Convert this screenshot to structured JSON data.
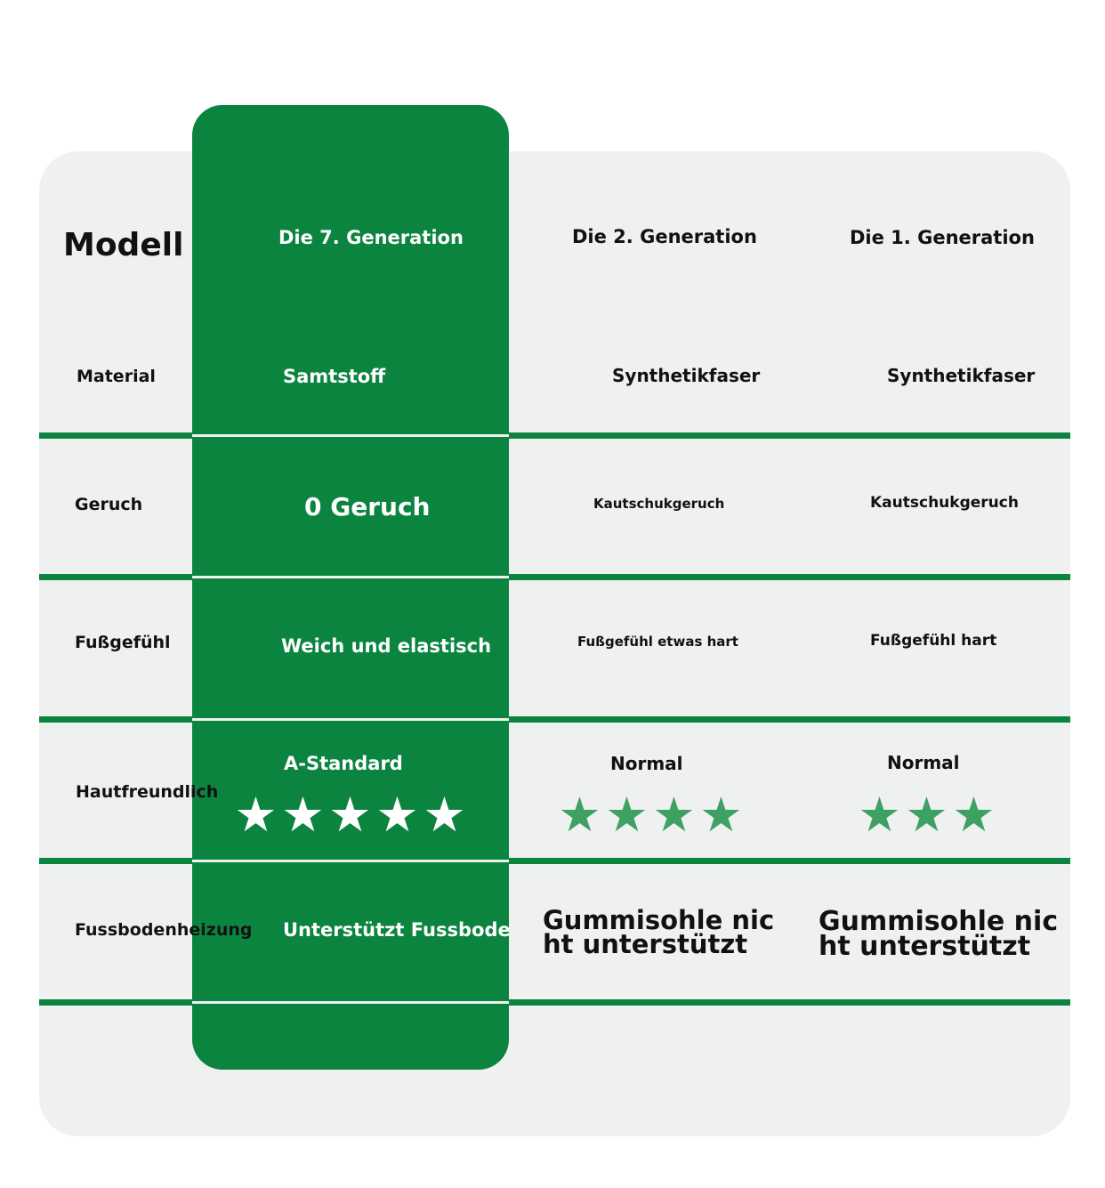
{
  "header": {
    "title": "Modell",
    "columns": [
      "Die 7. Generation",
      "Die 2. Generation",
      "Die 1. Generation"
    ]
  },
  "rows": [
    {
      "label": "Material",
      "values": [
        "Samtstoff",
        "Synthetikfaser",
        "Synthetikfaser"
      ]
    },
    {
      "label": "Geruch",
      "values": [
        "0 Geruch",
        "Kautschukgeruch",
        "Kautschukgeruch"
      ]
    },
    {
      "label": "Fußgefühl",
      "values": [
        "Weich und elastisch",
        "Fußgefühl etwas hart",
        "Fußgefühl hart"
      ]
    },
    {
      "label": "Hautfreundlich",
      "values": [
        "A-Standard",
        "Normal",
        "Normal"
      ],
      "star_ratings": [
        5,
        4,
        3
      ],
      "star_max": 5
    },
    {
      "label": "Fussbodenheizung",
      "values": [
        "Unterstützt Fussbodenheizung",
        "Gummisohle nicht unterstützt",
        "Gummisohle nicht unterstützt"
      ],
      "value_lines": [
        [
          "Unterstützt Fussbodenheizung"
        ],
        [
          "Gummisohle nic",
          "ht unterstützt"
        ],
        [
          "Gummisohle nic",
          "ht unterstützt"
        ]
      ]
    }
  ],
  "colors": {
    "accent_green": "#0b8440",
    "star_green": "#3ea163",
    "card_background": "#eef1f0",
    "highlight_text": "#ffffff",
    "text": "#111111"
  },
  "icons": {
    "rating": "star-icon"
  }
}
